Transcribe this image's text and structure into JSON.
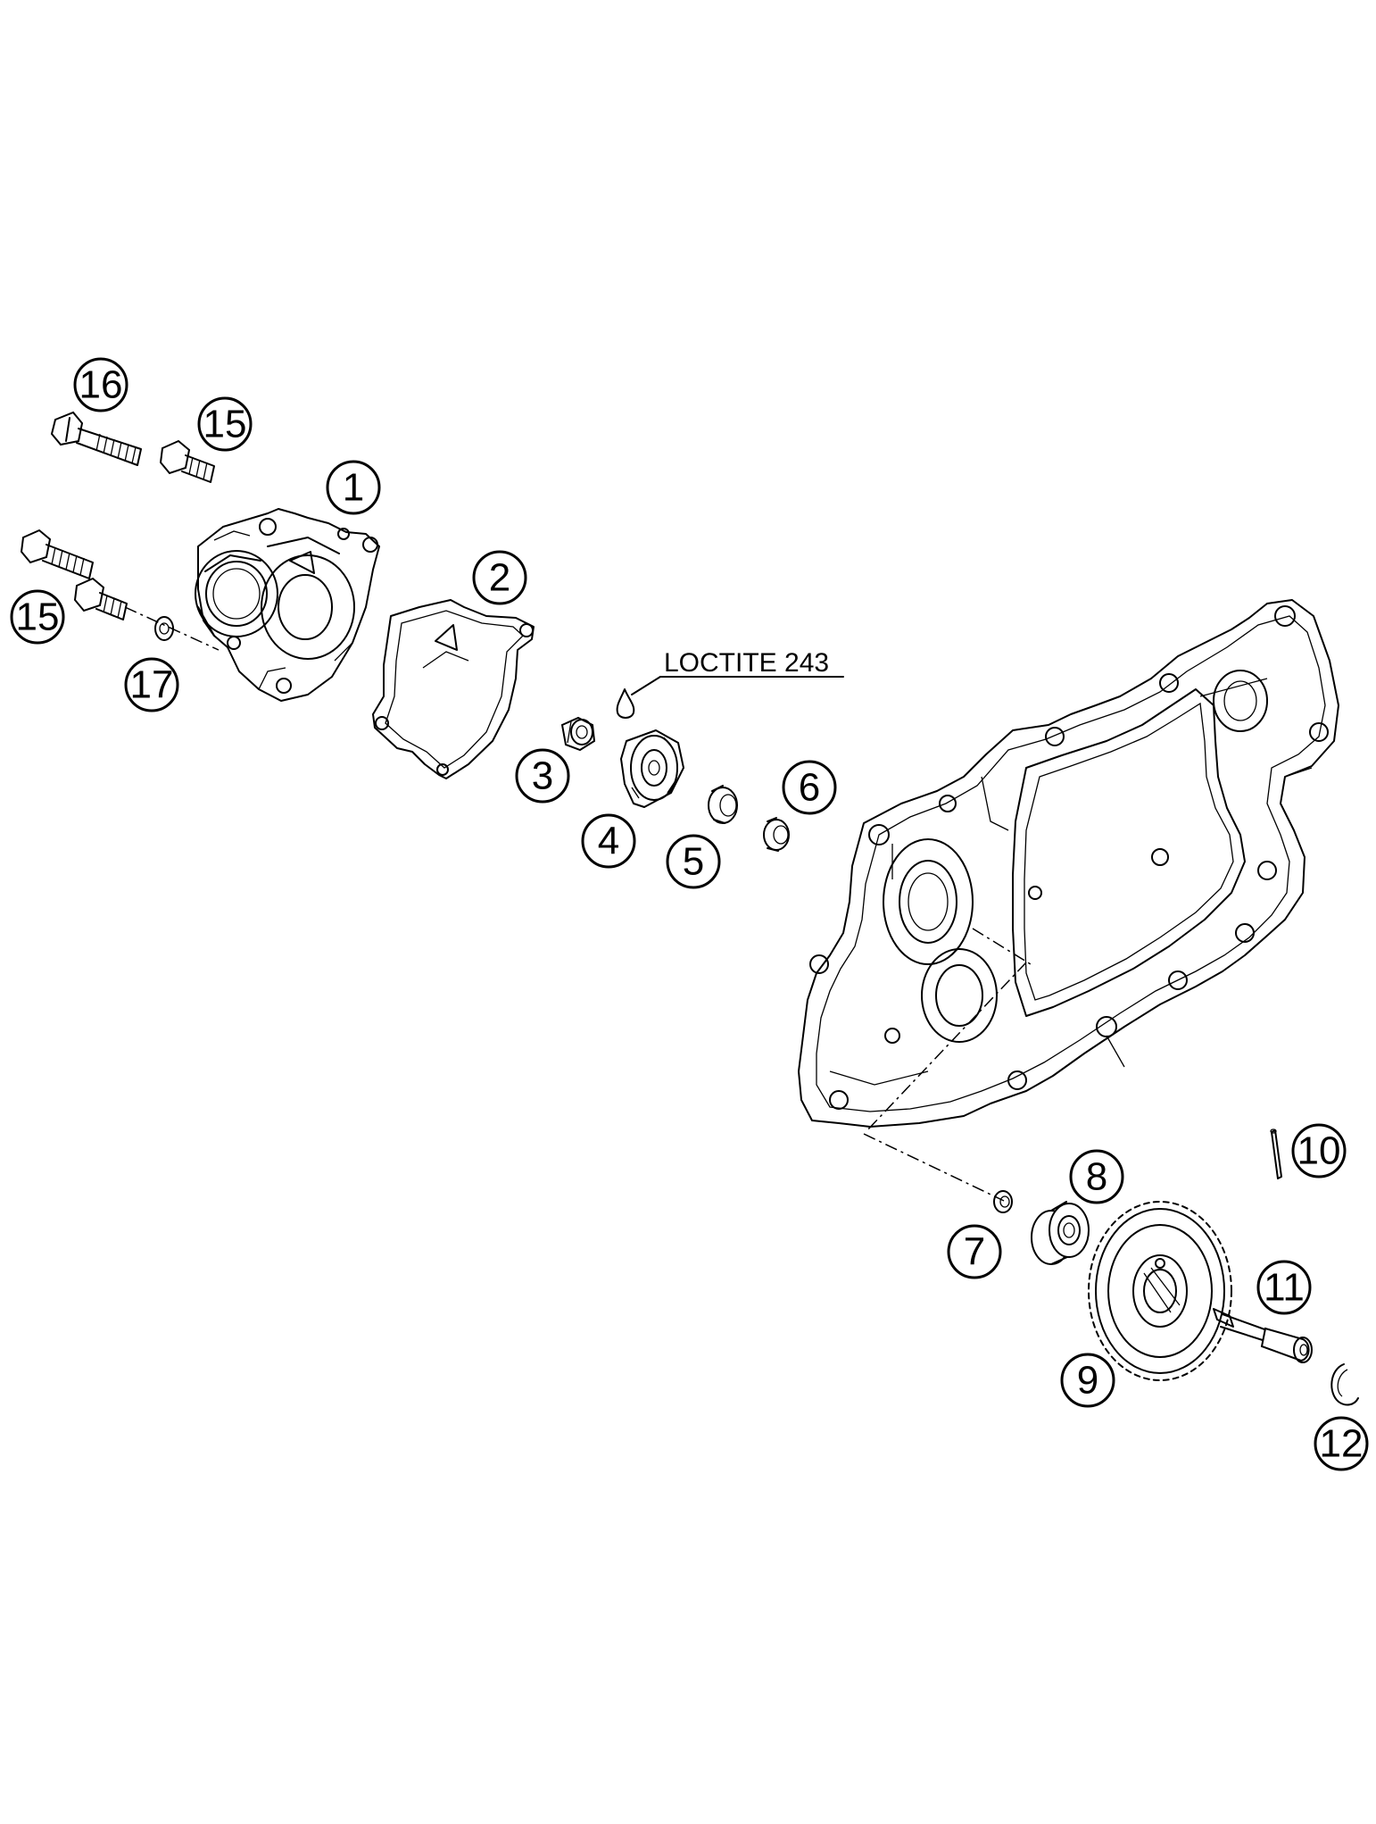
{
  "callouts": {
    "c1": "1",
    "c2": "2",
    "c3": "3",
    "c4": "4",
    "c5": "5",
    "c6": "6",
    "c7": "7",
    "c8": "8",
    "c9": "9",
    "c10": "10",
    "c11": "11",
    "c12": "12",
    "c15a": "15",
    "c15b": "15",
    "c16": "16",
    "c17": "17"
  },
  "note": {
    "loctite": "LOCTITE 243"
  }
}
